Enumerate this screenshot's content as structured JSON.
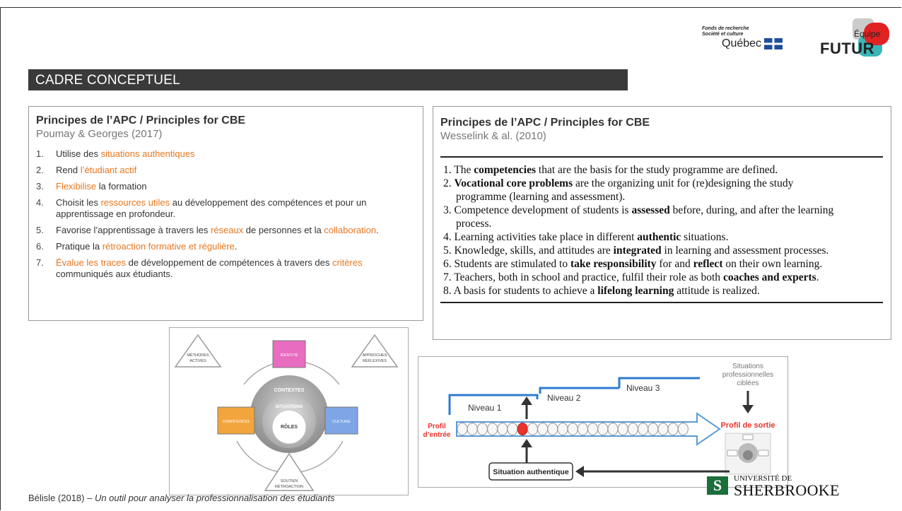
{
  "header": {
    "frq_line1": "Fonds de recherche",
    "frq_line2": "Société et culture",
    "frq_quebec": "Québec",
    "futur_small": "Équipe",
    "futur_big": "FUTUR"
  },
  "section_title": "CADRE CONCEPTUEL",
  "left_box": {
    "title": "Principes de l’APC / Principles for CBE",
    "subtitle": "Poumay & Georges (2017)",
    "items": [
      {
        "num": "1.",
        "a": "Utilise des ",
        "h": "situations authentiques",
        "b": "",
        "h2": "",
        "c": ""
      },
      {
        "num": "2.",
        "a": "Rend ",
        "h": "l’étudiant actif",
        "b": "",
        "h2": "",
        "c": ""
      },
      {
        "num": "3.",
        "a": "",
        "h": "Flexibilise",
        "b": " la formation",
        "h2": "",
        "c": ""
      },
      {
        "num": "4.",
        "a": "Choisit les ",
        "h": "ressources utiles",
        "b": " au développement des compétences et pour un apprentissage en profondeur.",
        "h2": "",
        "c": ""
      },
      {
        "num": "5.",
        "a": "Favorise l’apprentissage à travers les ",
        "h": "réseaux",
        "b": " de personnes et la ",
        "h2": "collaboration",
        "c": "."
      },
      {
        "num": "6.",
        "a": "Pratique la ",
        "h": "rétroaction formative et régulière",
        "b": ".",
        "h2": "",
        "c": ""
      },
      {
        "num": "7.",
        "a": "",
        "h": "Évalue les traces",
        "b": " de développement de compétences à travers des ",
        "h2": "critères",
        "c": " communiqués aux étudiants."
      }
    ]
  },
  "right_box": {
    "title": "Principes de l’APC / Principles for CBE",
    "subtitle": "Wesselink & al. (2010)",
    "items": [
      {
        "n": "1.",
        "parts": [
          [
            "The ",
            0
          ],
          [
            "competencies",
            1
          ],
          [
            " that are the basis for the study programme are defined.",
            0
          ]
        ]
      },
      {
        "n": "2.",
        "parts": [
          [
            "Vocational core problems",
            1
          ],
          [
            " are the organizing unit for (re)designing the study",
            0
          ]
        ],
        "cont": "programme (learning and assessment)."
      },
      {
        "n": "3.",
        "parts": [
          [
            "Competence development of students is ",
            0
          ],
          [
            "assessed",
            1
          ],
          [
            " before, during, and after the learning",
            0
          ]
        ],
        "cont": "process."
      },
      {
        "n": "4.",
        "parts": [
          [
            "Learning activities take place in different ",
            0
          ],
          [
            "authentic",
            1
          ],
          [
            " situations.",
            0
          ]
        ]
      },
      {
        "n": "5.",
        "parts": [
          [
            "Knowledge, skills, and attitudes are ",
            0
          ],
          [
            "integrated",
            1
          ],
          [
            " in learning and assessment processes.",
            0
          ]
        ]
      },
      {
        "n": "6.",
        "parts": [
          [
            "Students are stimulated to ",
            0
          ],
          [
            "take responsibility",
            1
          ],
          [
            " for and ",
            0
          ],
          [
            "reflect",
            1
          ],
          [
            " on their own learning.",
            0
          ]
        ]
      },
      {
        "n": "7.",
        "parts": [
          [
            "Teachers, both in school and practice, fulfil their role as both ",
            0
          ],
          [
            "coaches and experts",
            1
          ],
          [
            ".",
            0
          ]
        ]
      },
      {
        "n": "8.",
        "parts": [
          [
            "A basis for students to achieve a ",
            0
          ],
          [
            "lifelong learning",
            1
          ],
          [
            " attitude is realized.",
            0
          ]
        ]
      }
    ]
  },
  "diagram1": {
    "methodes": [
      "MÉTHODES",
      "ACTIVES"
    ],
    "approches": [
      "APPROCHES",
      "RÉFLEXIVES"
    ],
    "soutien": [
      "SOUTIEN",
      "RÉTROACTION"
    ],
    "identite": "IDENTITÉ",
    "competences": "COMPÉTENCES",
    "culture": "CULTURE",
    "contextes": "CONTEXTES",
    "situations": "SITUATIONS",
    "roles": "RÔLES",
    "colors": {
      "identite": "#e86cc0",
      "competences": "#f2a53c",
      "culture": "#7ea6e6"
    }
  },
  "diagram2": {
    "niveau1": "Niveau 1",
    "niveau2": "Niveau 2",
    "niveau3": "Niveau 3",
    "situations_prof": [
      "Situations",
      "professionnelles",
      "ciblées"
    ],
    "profil_entree": [
      "Profil",
      "d’entrée"
    ],
    "profil_sortie": "Profil de sortie",
    "situation_auth": "Situation authentique",
    "colors": {
      "step": "#2e7bd1",
      "accent": "#e8342b"
    }
  },
  "footer": {
    "author": "Bélisle (2018) – ",
    "title": "Un outil pour analyser la professionnalisation des étudiants"
  },
  "udes": {
    "line1": "UNIVERSITÉ DE",
    "line2": "SHERBROOKE"
  }
}
